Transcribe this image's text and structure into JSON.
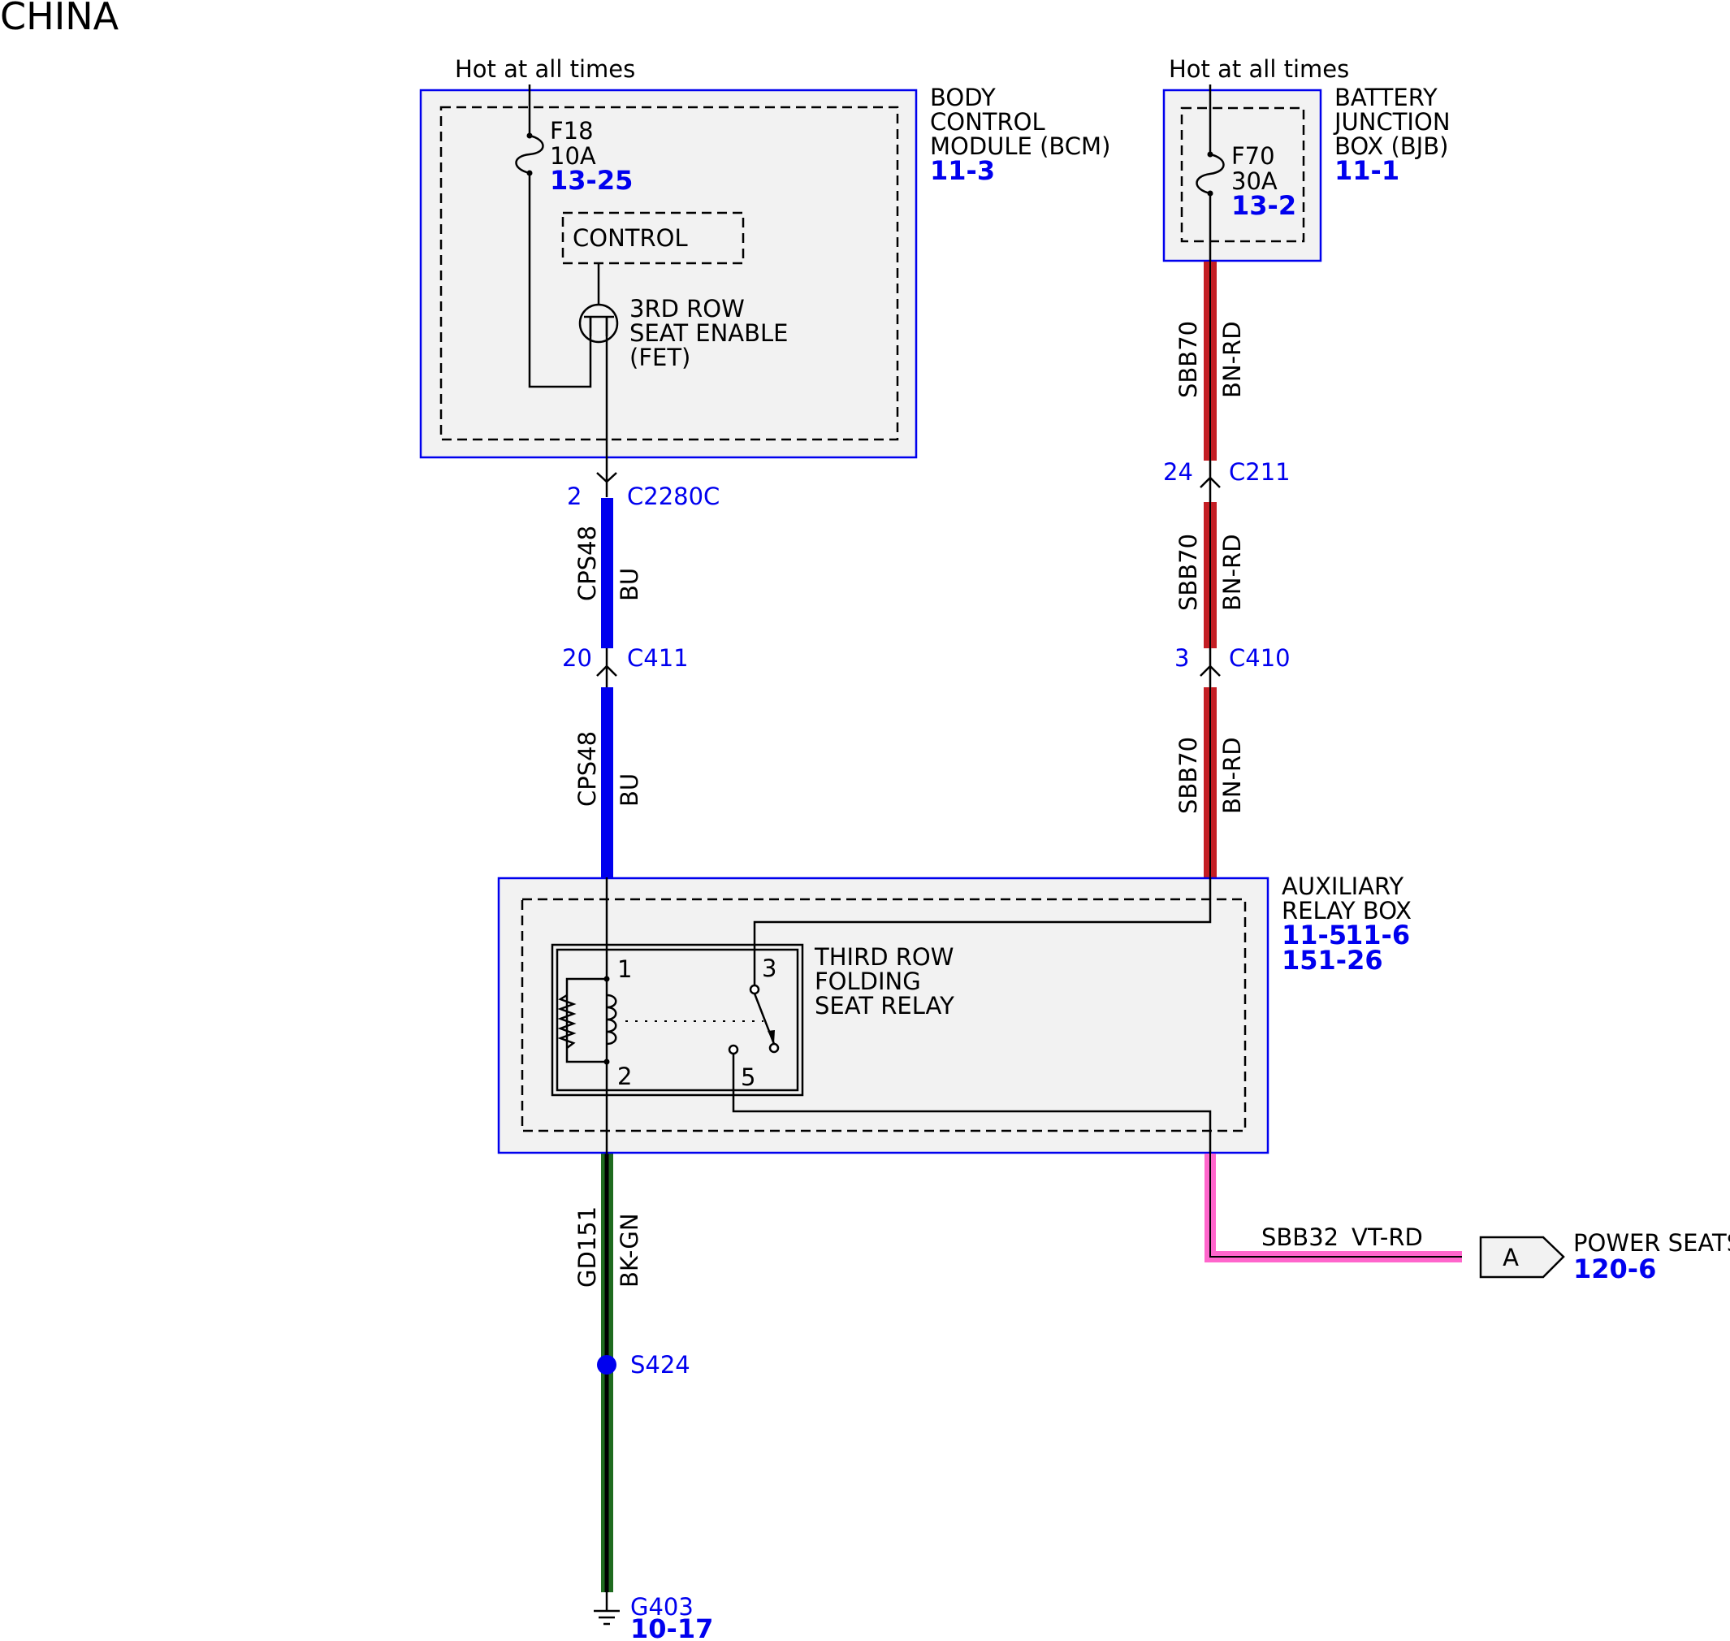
{
  "title": "CHINA",
  "bcm": {
    "hot": "Hot at all times",
    "name1": "BODY",
    "name2": "CONTROL",
    "name3": "MODULE (BCM)",
    "ref": "11-3",
    "fuse": "F18",
    "fuse_rating": "10A",
    "fuse_ref": "13-25",
    "control": "CONTROL",
    "fet1": "3RD ROW",
    "fet2": "SEAT ENABLE",
    "fet3": "(FET)"
  },
  "bjb": {
    "hot": "Hot at all times",
    "name1": "BATTERY",
    "name2": "JUNCTION",
    "name3": "BOX (BJB)",
    "ref": "11-1",
    "fuse": "F70",
    "fuse_rating": "30A",
    "fuse_ref": "13-2"
  },
  "left_wires": {
    "c1_pin": "2",
    "c1_name": "C2280C",
    "seg1_circuit": "CPS48",
    "seg1_color": "BU",
    "c2_pin": "20",
    "c2_name": "C411",
    "seg2_circuit": "CPS48",
    "seg2_color": "BU",
    "ground_circuit": "GD151",
    "ground_color": "BK-GN",
    "splice": "S424",
    "ground": "G403",
    "ground_ref": "10-17"
  },
  "right_wires": {
    "seg1_circuit": "SBB70",
    "seg1_color": "BN-RD",
    "c1_pin": "24",
    "c1_name": "C211",
    "seg2_circuit": "SBB70",
    "seg2_color": "BN-RD",
    "c2_pin": "3",
    "c2_name": "C410",
    "seg3_circuit": "SBB70",
    "seg3_color": "BN-RD"
  },
  "relay_box": {
    "name1": "AUXILIARY",
    "name2": "RELAY BOX",
    "ref1": "11-5",
    "ref2": "11-6",
    "ref3": "151-26",
    "relay1": "THIRD ROW",
    "relay2": "FOLDING",
    "relay3": "SEAT RELAY",
    "pin1": "1",
    "pin2": "2",
    "pin3": "3",
    "pin5": "5"
  },
  "output": {
    "circuit": "SBB32",
    "color": "VT-RD",
    "connector_letter": "A",
    "dest": "POWER SEATS",
    "dest_ref": "120-6"
  },
  "colors": {
    "blue_wire": "#0000ee",
    "red_wire": "#c41e24",
    "green_wire": "#1f6b1f",
    "pink_wire": "#ff66cc",
    "ref_blue": "#0000ee"
  }
}
